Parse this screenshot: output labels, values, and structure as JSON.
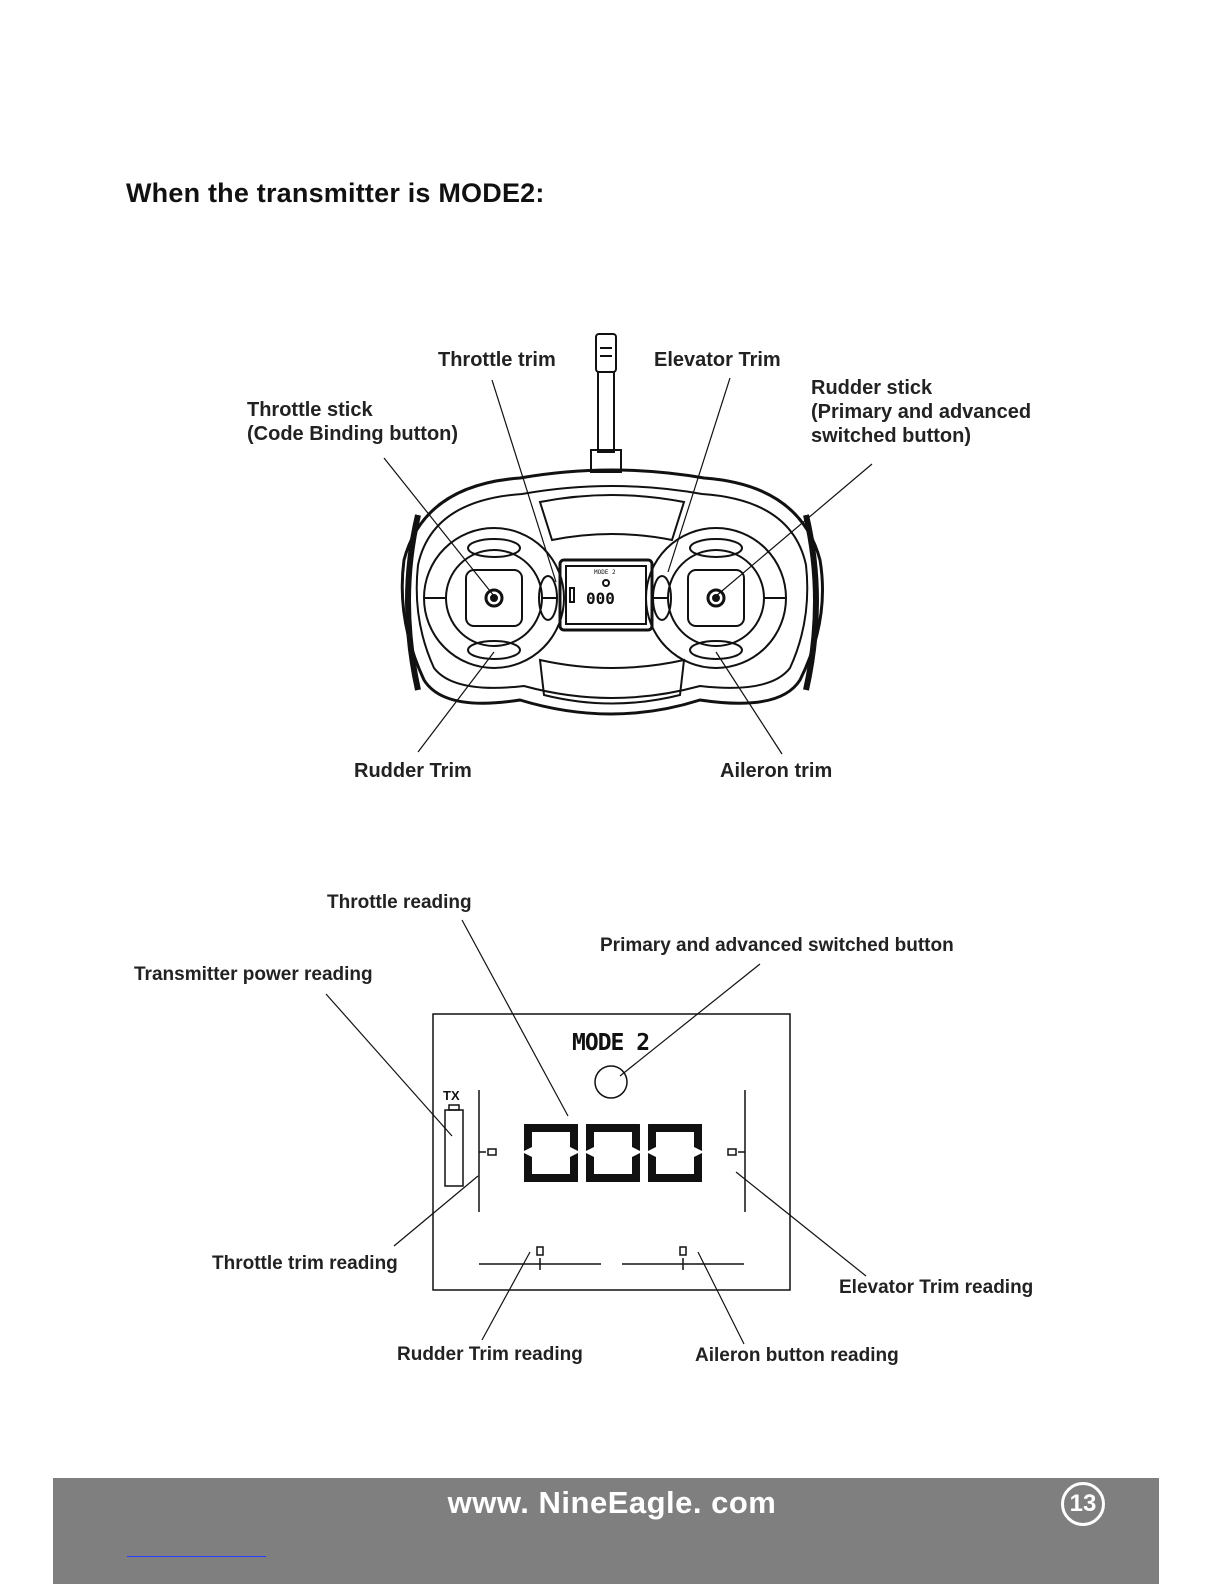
{
  "heading": "When the transmitter is MODE2:",
  "transmitter_labels": {
    "throttle_trim": "Throttle  trim",
    "elevator_trim": "Elevator Trim",
    "throttle_stick": "Throttle stick",
    "throttle_stick_sub": "(Code Binding button)",
    "rudder_stick": "Rudder stick",
    "rudder_stick_sub1": "(Primary and advanced",
    "rudder_stick_sub2": "switched button)",
    "rudder_trim": "Rudder Trim",
    "aileron_trim": "Aileron  trim"
  },
  "lcd_labels": {
    "throttle_reading": "Throttle  reading",
    "primary_advanced": "Primary and advanced switched button",
    "transmitter_power": "Transmitter  power  reading",
    "throttle_trim_reading": "Throttle  trim  reading",
    "elevator_trim_reading": "Elevator Trim reading",
    "rudder_trim_reading": "Rudder Trim reading",
    "aileron_button_reading": "Aileron  button  reading"
  },
  "lcd": {
    "mode": "MODE 2",
    "tx": "TX",
    "value": "000"
  },
  "footer": {
    "url": "www. NineEagle. com",
    "page": "13"
  }
}
